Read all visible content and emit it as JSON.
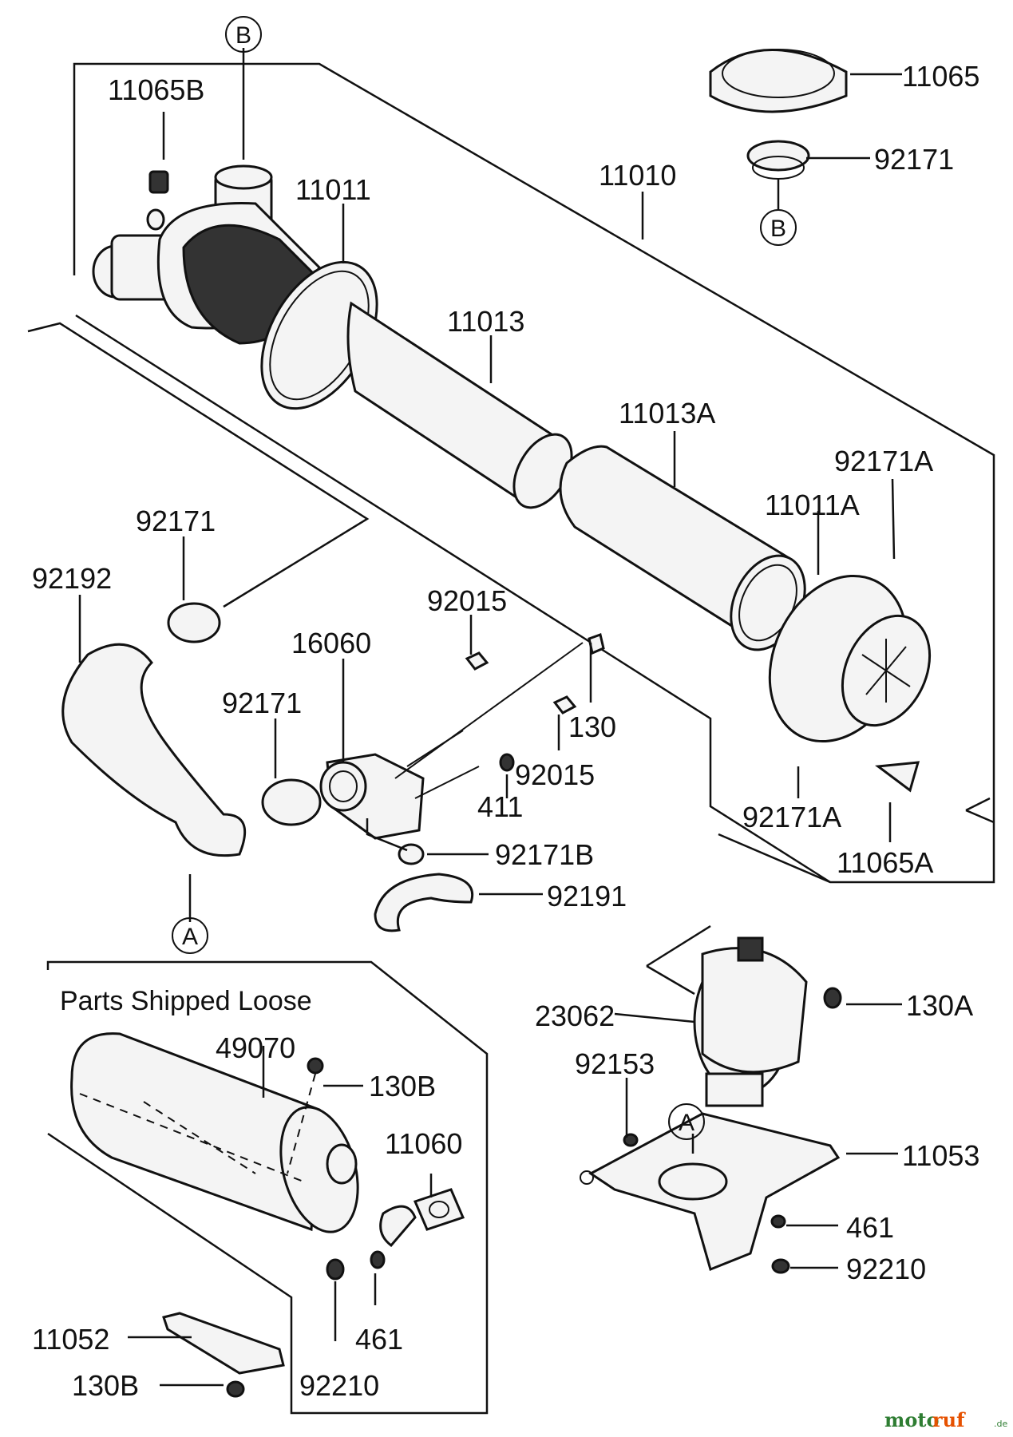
{
  "diagram": {
    "part_labels": {
      "p11065B": "11065B",
      "p11011": "11011",
      "p11010": "11010",
      "p11065": "11065",
      "p92171_top": "92171",
      "p11013": "11013",
      "p11013A": "11013A",
      "p92171A_top": "92171A",
      "p11011A": "11011A",
      "p92171_clamp_left": "92171",
      "p92192": "92192",
      "p92015_top": "92015",
      "p16060": "16060",
      "p92171_mid": "92171",
      "p130": "130",
      "p92015_bottom": "92015",
      "p411": "411",
      "p92171A_bottom": "92171A",
      "p92171B": "92171B",
      "p11065A": "11065A",
      "p92191": "92191",
      "p49070": "49070",
      "p130B_top": "130B",
      "p11060": "11060",
      "p11052": "11052",
      "p461_left": "461",
      "p130B_bottom": "130B",
      "p92210_left": "92210",
      "p23062": "23062",
      "p130A": "130A",
      "p92153": "92153",
      "p11053": "11053",
      "p461_right": "461",
      "p92210_right": "92210"
    },
    "reference_markers": {
      "ref_B_top": "B",
      "ref_B_right": "B",
      "ref_A_left": "A",
      "ref_A_bracket": "A"
    },
    "box_title": "Parts Shipped Loose",
    "watermark": {
      "part1": "moto",
      "part2": "ruf",
      "suffix": ".de"
    }
  }
}
